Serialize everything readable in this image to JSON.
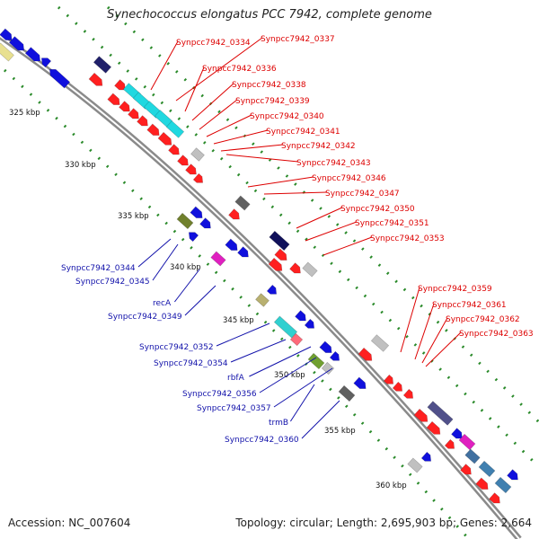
{
  "title": "Synechococcus elongatus PCC 7942, complete genome",
  "footer": {
    "accession": "Accession: NC_007604",
    "summary": "Topology: circular; Length: 2,695,903 bp; Genes: 2,664"
  },
  "colors": {
    "backbone": "#8a8a8a",
    "tick_dots": "#2a8a2a",
    "forward_label": "#dd0000",
    "reverse_label": "#1111aa"
  },
  "kbp_ticks": [
    "325 kbp",
    "330 kbp",
    "335 kbp",
    "340 kbp",
    "345 kbp",
    "350 kbp",
    "355 kbp",
    "360 kbp"
  ],
  "forward_labels": [
    "Synpcc7942_0334",
    "Synpcc7942_0337",
    "Synpcc7942_0336",
    "Synpcc7942_0338",
    "Synpcc7942_0339",
    "Synpcc7942_0340",
    "Synpcc7942_0341",
    "Synpcc7942_0342",
    "Synpcc7942_0343",
    "Synpcc7942_0346",
    "Synpcc7942_0347",
    "Synpcc7942_0350",
    "Synpcc7942_0351",
    "Synpcc7942_0353",
    "Synpcc7942_0359",
    "Synpcc7942_0361",
    "Synpcc7942_0362",
    "Synpcc7942_0363"
  ],
  "reverse_labels": [
    "Synpcc7942_0344",
    "Synpcc7942_0345",
    "recA",
    "Synpcc7942_0349",
    "Synpcc7942_0352",
    "Synpcc7942_0354",
    "rbfA",
    "Synpcc7942_0356",
    "Synpcc7942_0357",
    "trmB",
    "Synpcc7942_0360"
  ]
}
